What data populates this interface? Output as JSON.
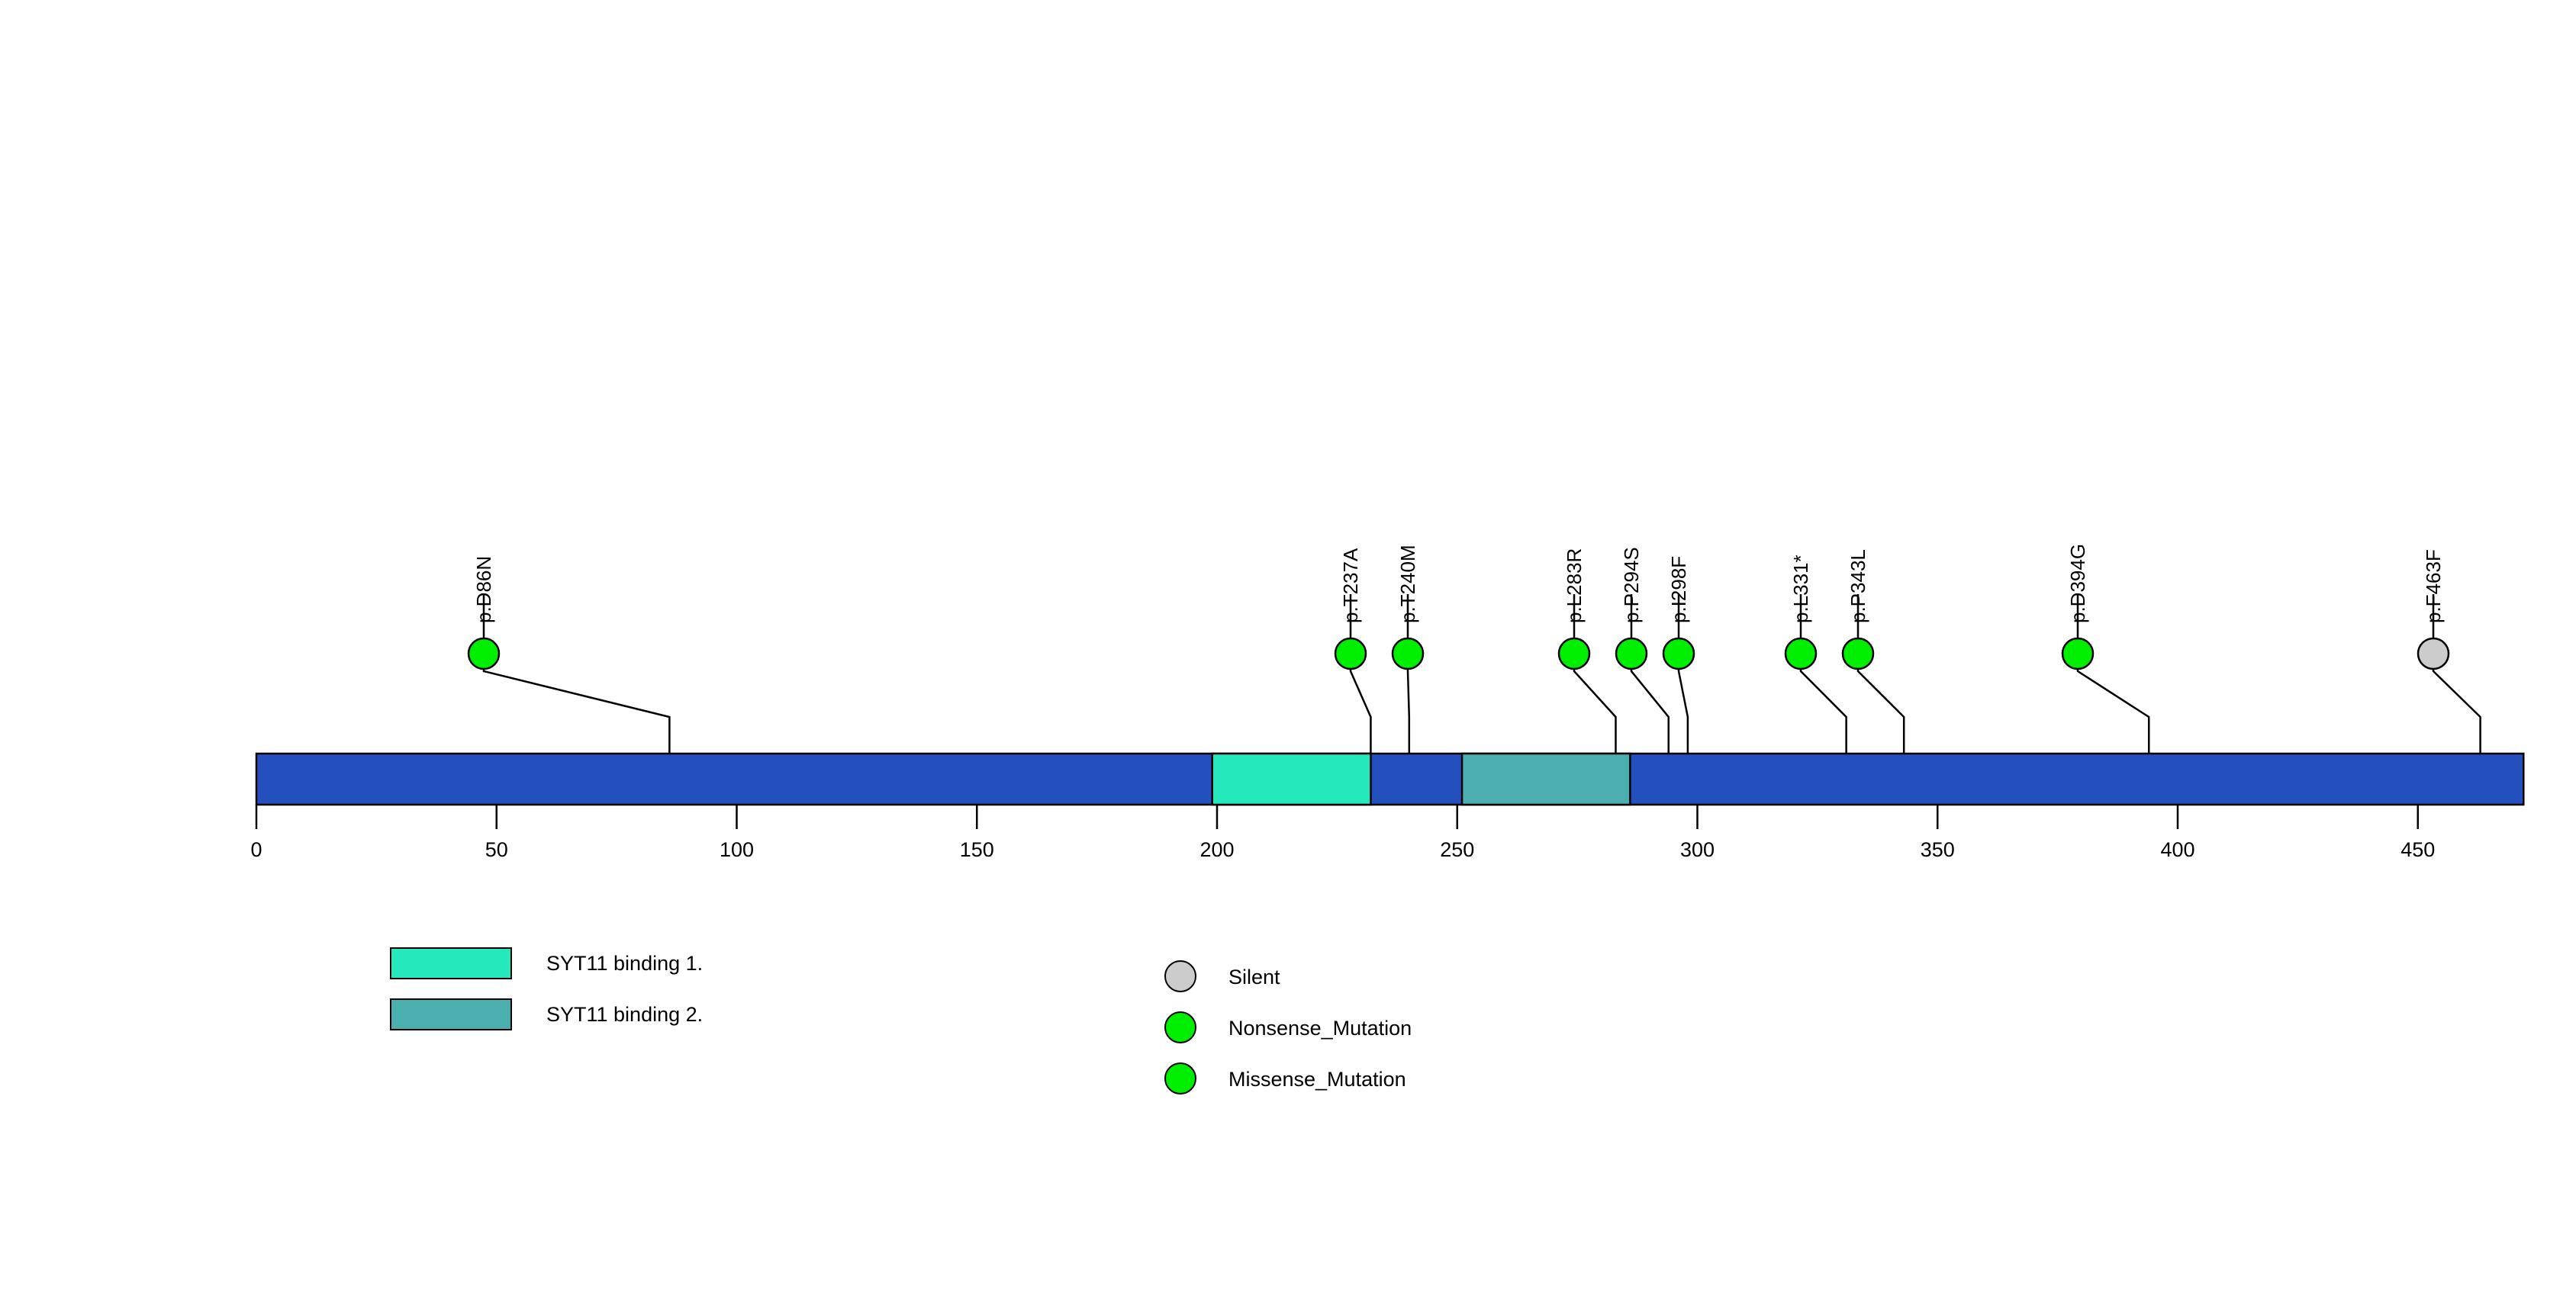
{
  "chart_data": {
    "type": "lollipop",
    "title": "",
    "xlabel": "",
    "ylabel": "",
    "xlim": [
      0,
      472
    ],
    "axis": {
      "ticks": [
        0,
        50,
        100,
        150,
        200,
        250,
        300,
        350,
        400,
        450
      ],
      "tick_labels": [
        "0",
        "50",
        "100",
        "150",
        "200",
        "250",
        "300",
        "350",
        "400",
        "450"
      ],
      "grid": false
    },
    "protein": {
      "length": 472,
      "backbone_color": "#2450be",
      "domains": [
        {
          "name": "SYT11 binding 1.",
          "start": 199,
          "end": 232,
          "color": "#26e8bd"
        },
        {
          "name": "SYT11 binding 2.",
          "start": 251,
          "end": 286,
          "color": "#4bafb0"
        }
      ]
    },
    "mutations": [
      {
        "label": "p.D86N",
        "position": 86,
        "count": 1,
        "type": "Missense_Mutation",
        "color": "#00ee00"
      },
      {
        "label": "p.T237A",
        "position": 232,
        "count": 1,
        "type": "Missense_Mutation",
        "color": "#00ee00"
      },
      {
        "label": "p.T240M",
        "position": 240,
        "count": 1,
        "type": "Missense_Mutation",
        "color": "#00ee00"
      },
      {
        "label": "p.L283R",
        "position": 283,
        "count": 1,
        "type": "Missense_Mutation",
        "color": "#00ee00"
      },
      {
        "label": "p.P294S",
        "position": 294,
        "count": 1,
        "type": "Missense_Mutation",
        "color": "#00ee00"
      },
      {
        "label": "p.I298F",
        "position": 298,
        "count": 1,
        "type": "Missense_Mutation",
        "color": "#00ee00"
      },
      {
        "label": "p.L331*",
        "position": 331,
        "count": 1,
        "type": "Nonsense_Mutation",
        "color": "#00ee00"
      },
      {
        "label": "p.P343L",
        "position": 343,
        "count": 1,
        "type": "Missense_Mutation",
        "color": "#00ee00"
      },
      {
        "label": "p.D394G",
        "position": 394,
        "count": 1,
        "type": "Missense_Mutation",
        "color": "#00ee00"
      },
      {
        "label": "p.F463F",
        "position": 463,
        "count": 1,
        "type": "Silent",
        "color": "#cccccc"
      }
    ],
    "legend_domains": [
      {
        "label": "SYT11 binding 1.",
        "color": "#26e8bd"
      },
      {
        "label": "SYT11 binding 2.",
        "color": "#4bafb0"
      }
    ],
    "legend_mutations": [
      {
        "label": "Silent",
        "color": "#cccccc"
      },
      {
        "label": "Nonsense_Mutation",
        "color": "#00ee00"
      },
      {
        "label": "Missense_Mutation",
        "color": "#00ee00"
      }
    ]
  }
}
